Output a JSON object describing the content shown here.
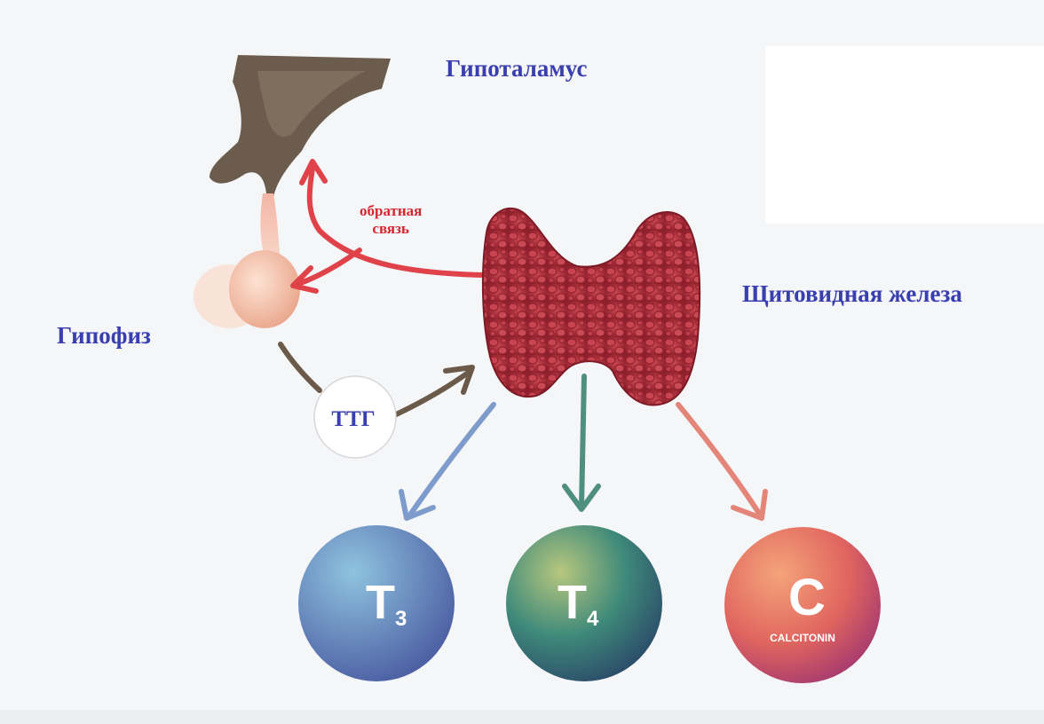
{
  "labels": {
    "hypothalamus": "Гипоталамус",
    "pituitary": "Гипофиз",
    "thyroid": "Щитовидная железа",
    "feedback_line1": "обратная",
    "feedback_line2": "связь",
    "tsh": "ТТГ"
  },
  "hormones": {
    "t3_letter": "T",
    "t3_sub": "3",
    "t4_letter": "T",
    "t4_sub": "4",
    "c_letter": "C",
    "c_caption": "CALCITONIN"
  },
  "colors": {
    "label_blue": "#3a3fb0",
    "feedback_red": "#d8262f",
    "arrow_brown": "#6b5a4a",
    "arrow_blue": "#7d9ccc",
    "arrow_green": "#4f8f80",
    "arrow_salmon": "#e4857a",
    "thyroid_red": "#b8343f"
  }
}
